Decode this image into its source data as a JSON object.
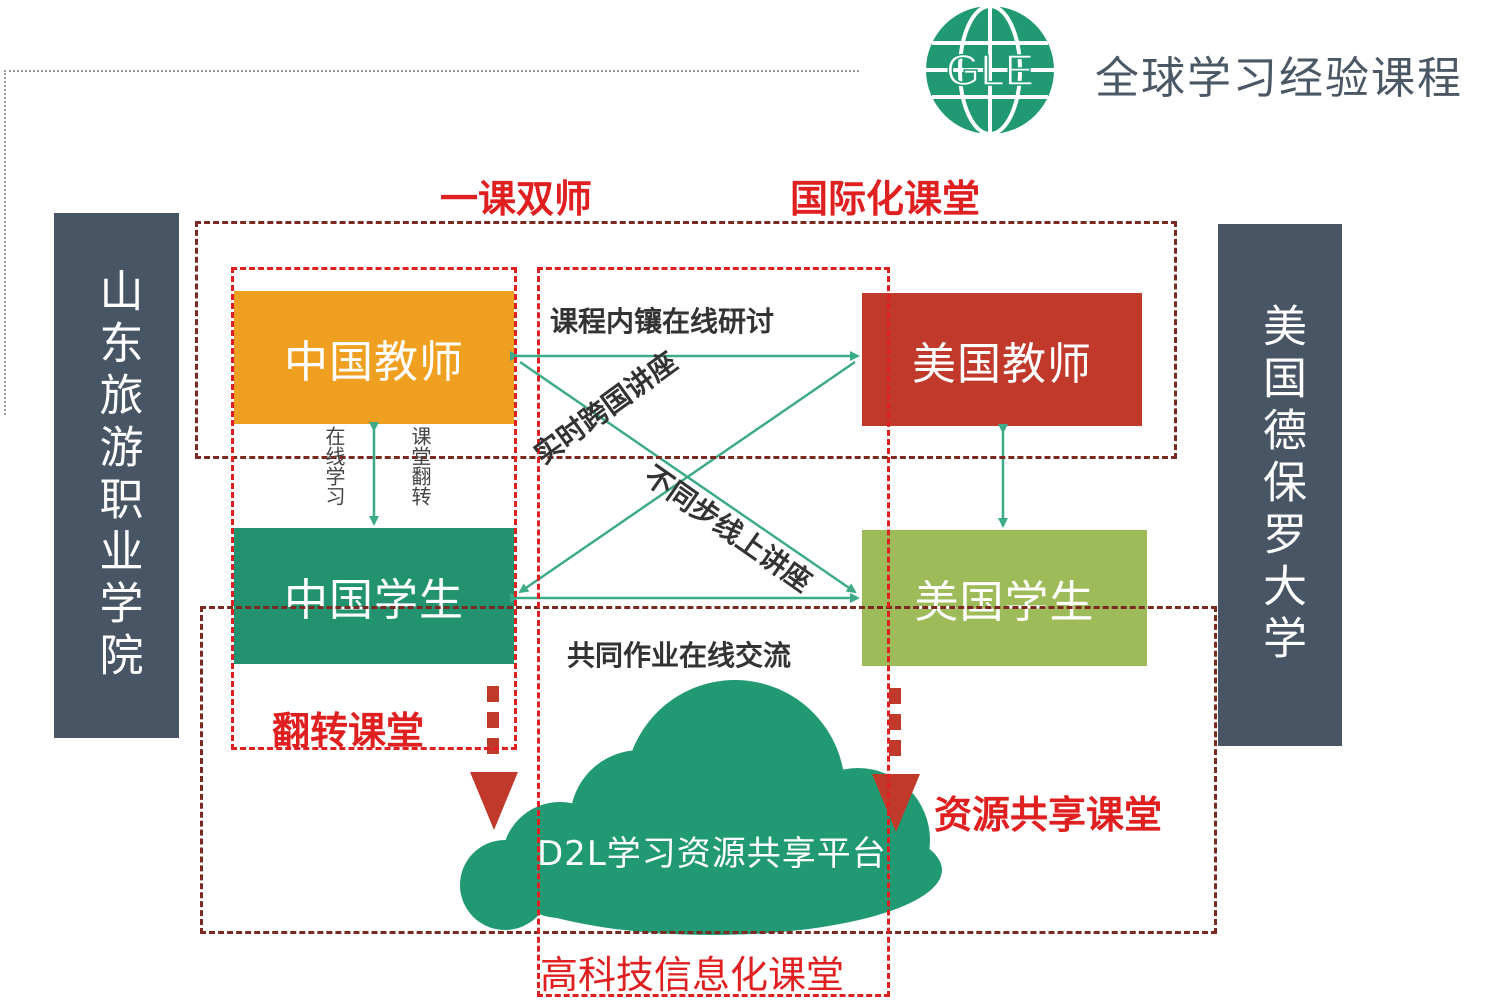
{
  "header": {
    "logo_text": "GLE",
    "title": "全球学习经验课程"
  },
  "left_panel": {
    "label": "山东旅游职业学院"
  },
  "right_panel": {
    "label": "美国德保罗大学"
  },
  "zones": {
    "one_course_two_teachers": "一课双师",
    "international_classroom": "国际化课堂",
    "flipped_classroom": "翻转课堂",
    "resource_sharing_classroom": "资源共享课堂",
    "hitech_classroom": "高科技信息化课堂"
  },
  "boxes": {
    "cn_teacher": "中国教师",
    "us_teacher": "美国教师",
    "cn_student": "中国学生",
    "us_student": "美国学生"
  },
  "links": {
    "teachers_online": "课程内镶在线研讨",
    "realtime_lecture": "实时跨国讲座",
    "async_lecture": "不同步线上讲座",
    "joint_homework": "共同作业在线交流",
    "online_learning": "在线学习",
    "class_flip": "课堂翻转"
  },
  "platform": {
    "label": "D2L学习资源共享平台"
  },
  "colors": {
    "panel": "#475565",
    "cn_teacher": "#f0a020",
    "us_teacher": "#c0392b",
    "cn_student": "#22936e",
    "us_student": "#9dbb59",
    "cloud": "#219a74",
    "arrow_line": "#3daa88",
    "red": "#e02020",
    "brown": "#7a2a20"
  }
}
